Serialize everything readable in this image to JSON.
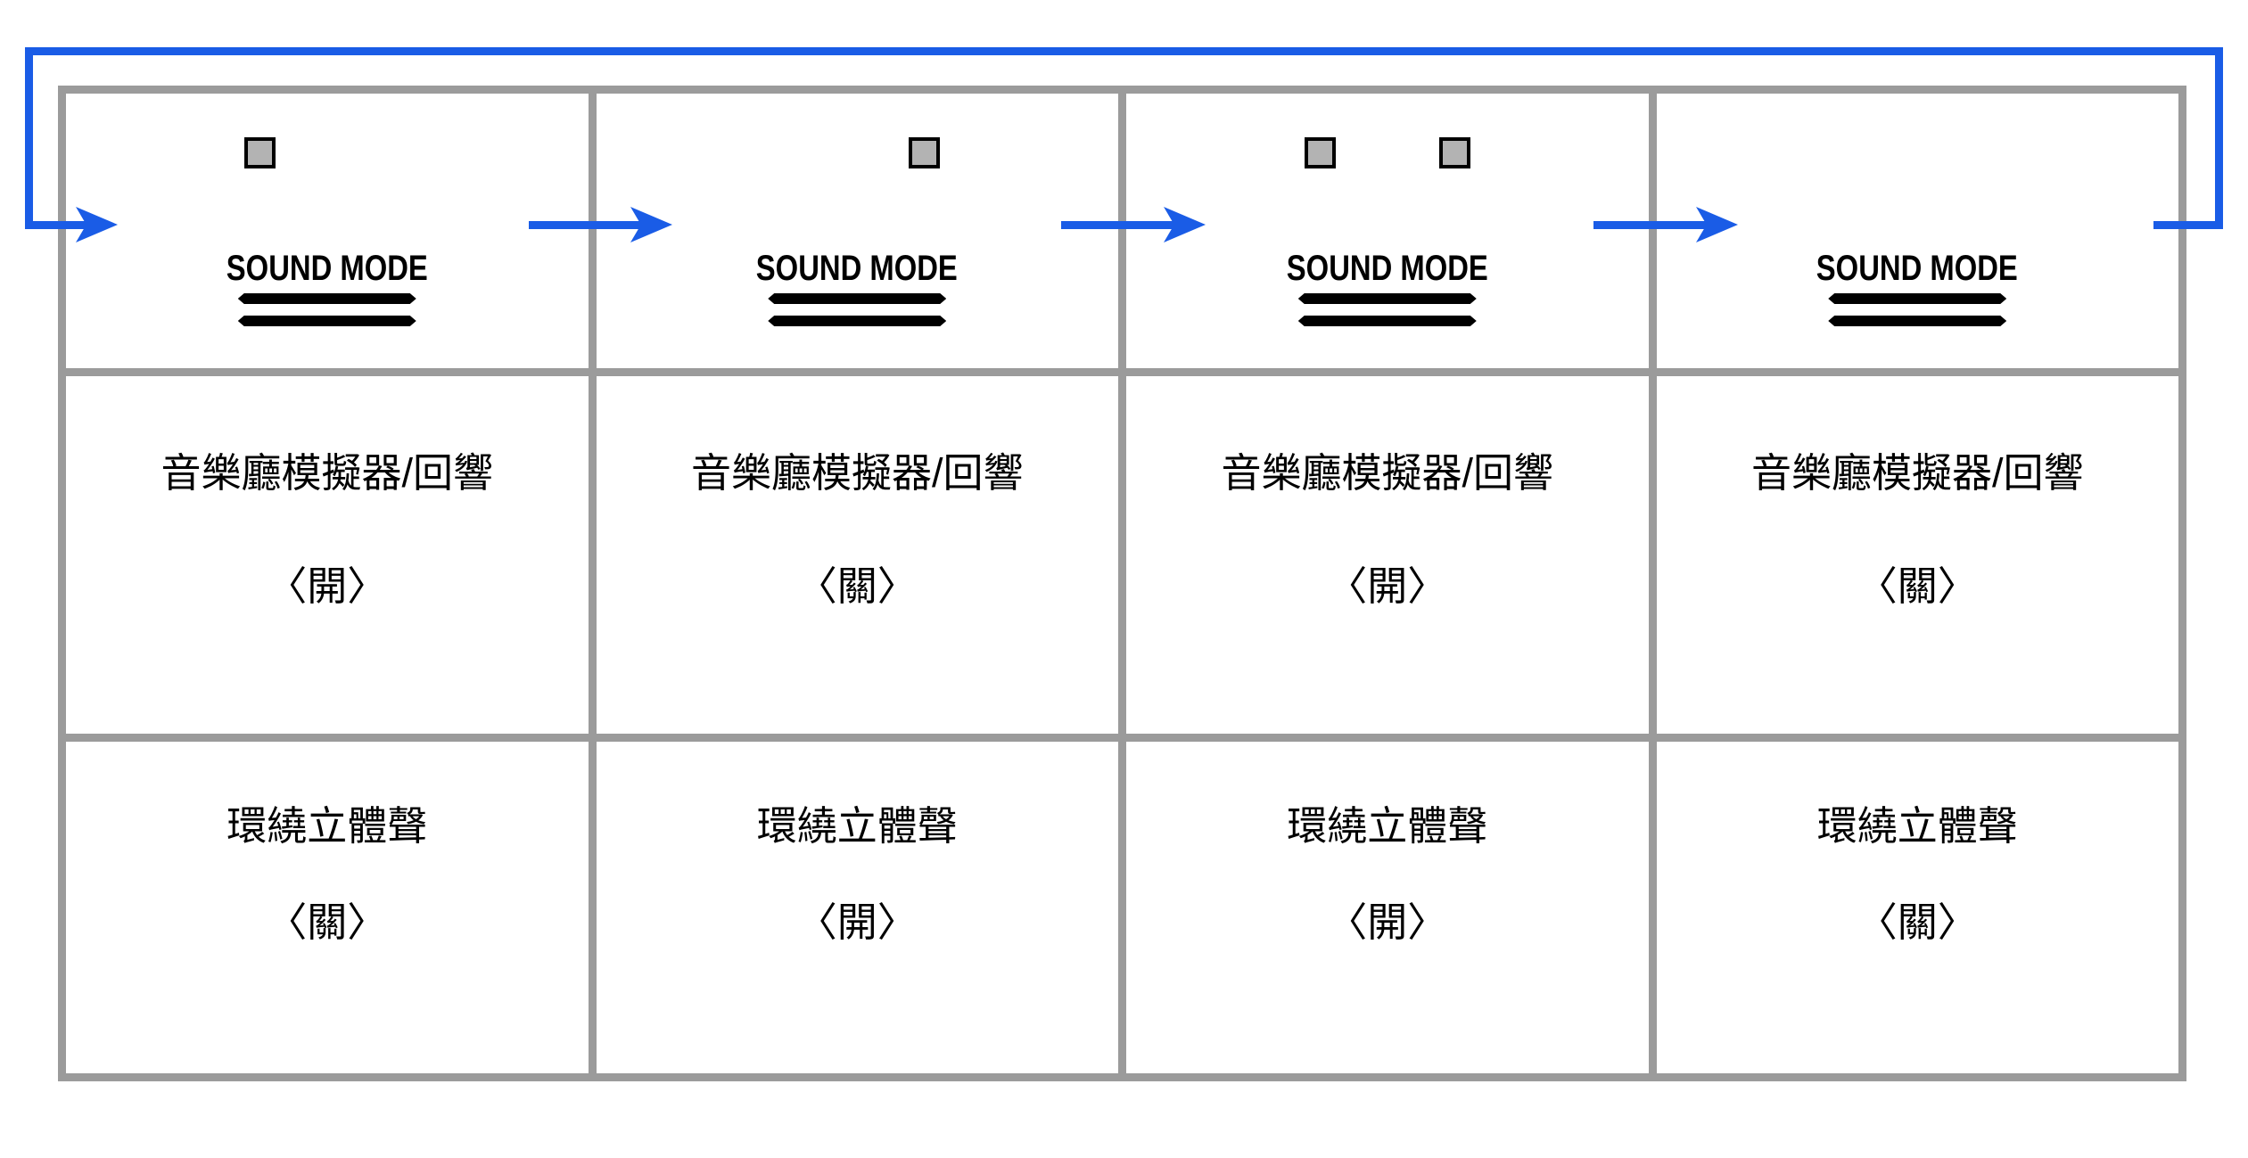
{
  "diagram": {
    "button_label": "SOUND MODE",
    "steps": [
      {
        "feature1_label": "音樂廳模擬器/回響",
        "feature1_state": "〈開〉",
        "feature2_label": "環繞立體聲",
        "feature2_state": "〈關〉",
        "indicators": [
          "left"
        ]
      },
      {
        "feature1_label": "音樂廳模擬器/回響",
        "feature1_state": "〈關〉",
        "feature2_label": "環繞立體聲",
        "feature2_state": "〈開〉",
        "indicators": [
          "right"
        ]
      },
      {
        "feature1_label": "音樂廳模擬器/回響",
        "feature1_state": "〈開〉",
        "feature2_label": "環繞立體聲",
        "feature2_state": "〈開〉",
        "indicators": [
          "left",
          "right"
        ]
      },
      {
        "feature1_label": "音樂廳模擬器/回響",
        "feature1_state": "〈關〉",
        "feature2_label": "環繞立體聲",
        "feature2_state": "〈關〉",
        "indicators": []
      }
    ],
    "colors": {
      "arrow_blue": "#1A5CE6",
      "grid_gray": "#9B9B9B",
      "indicator_fill": "#B3B3B3",
      "text_black": "#000000"
    }
  }
}
